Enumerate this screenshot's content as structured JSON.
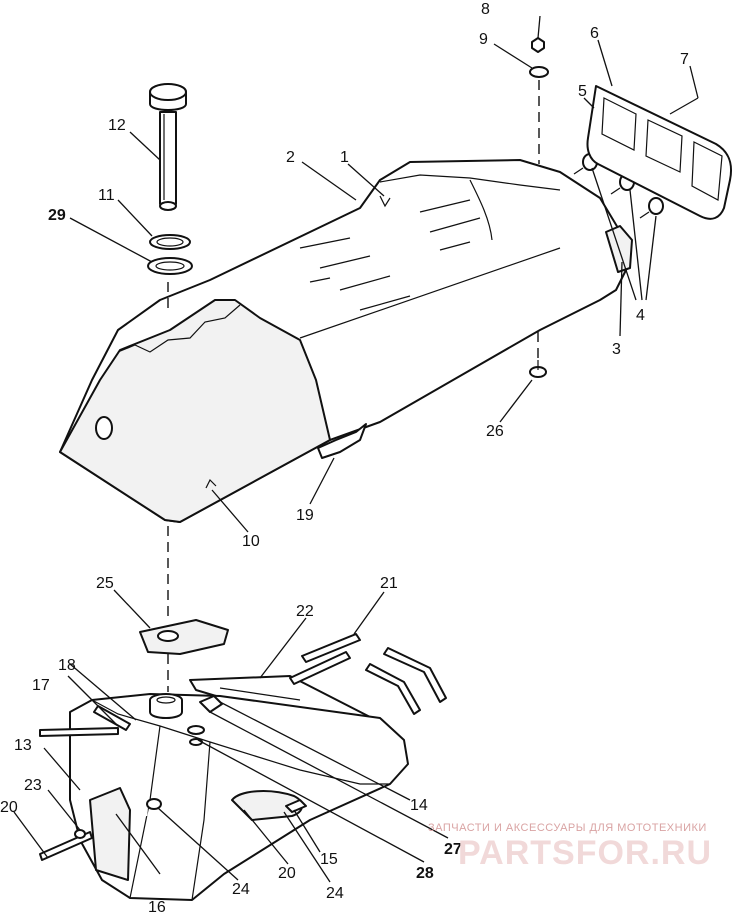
{
  "labels": {
    "l1": "1",
    "l2": "2",
    "l3": "3",
    "l4": "4",
    "l5": "5",
    "l6": "6",
    "l7": "7",
    "l8": "8",
    "l9": "9",
    "l10": "10",
    "l11": "11",
    "l12": "12",
    "l13": "13",
    "l14": "14",
    "l15": "15",
    "l16": "16",
    "l17": "17",
    "l18": "18",
    "l19": "19",
    "l20a": "20",
    "l20b": "20",
    "l21": "21",
    "l22": "22",
    "l23": "23",
    "l24a": "24",
    "l24b": "24",
    "l25": "25",
    "l26": "26",
    "l27": "27",
    "l28": "28",
    "l29": "29"
  },
  "watermark": {
    "tagline": "ЗАПЧАСТИ И АКСЕССУАРЫ ДЛЯ МОТОТЕХНИКИ",
    "brand": "PARTSFOR.RU"
  }
}
